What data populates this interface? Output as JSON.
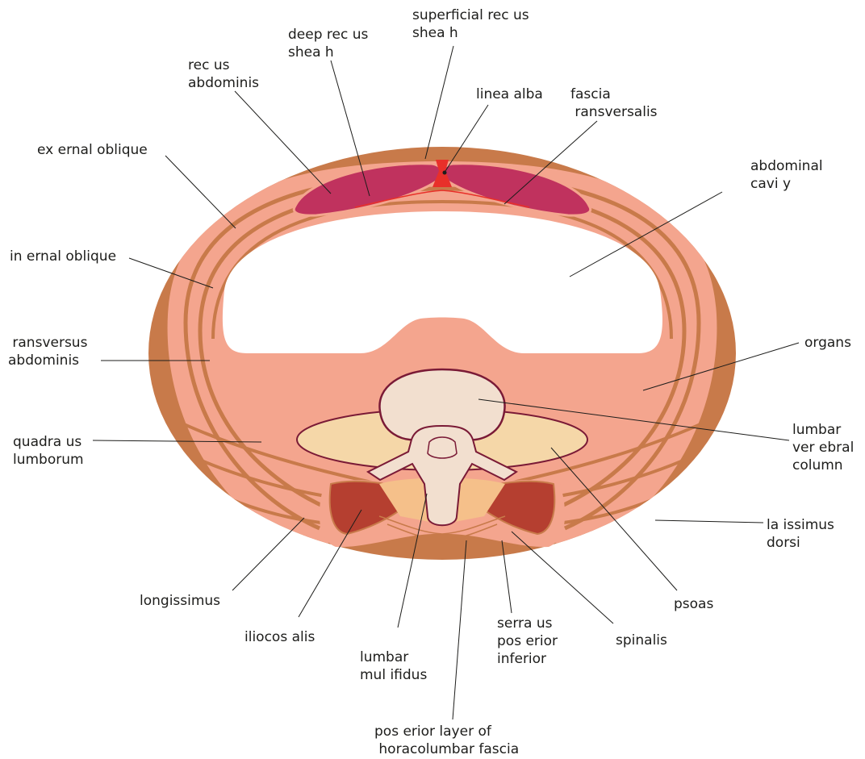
{
  "labels": {
    "superficial_rectus_sheath": "superficial rec us\nshea h",
    "deep_rectus_sheath": "deep rec us\nshea h",
    "rectus_abdominis": "rec us\nabdominis",
    "linea_alba": "linea alba",
    "fascia_transversalis": "fascia\n ransversalis",
    "external_oblique": "ex ernal oblique",
    "abdominal_cavity": "abdominal\ncavi y",
    "internal_oblique": "in ernal oblique",
    "transversus_abdominis": " ransversus\nabdominis",
    "organs": "organs",
    "quadratus_lumborum": "quadra us\nlumborum",
    "lumbar_vertebral_column": "lumbar\nver ebral\ncolumn",
    "latissimus_dorsi": "la issimus\ndorsi",
    "longissimus": "longissimus",
    "psoas": "psoas",
    "iliocostalis": "iliocos alis",
    "serratus_posterior_inferior": "serra us\npos erior\ninferior",
    "spinalis": "spinalis",
    "lumbar_multifidus": "lumbar\nmul ifidus",
    "posterior_thoracolumbar_fascia": "pos erior layer of\n horacolumbar fascia"
  },
  "colors": {
    "outer_tissue": "#c87a4a",
    "muscle_layer": "#f4a58e",
    "rectus": "#c0325e",
    "red_fascia": "#e8302a",
    "vertebra": "#f2dfcf",
    "vertebra_outline": "#7a1a36",
    "psoas_disc": "#f5d7a8",
    "deep_back_muscle": "#b53f30"
  }
}
